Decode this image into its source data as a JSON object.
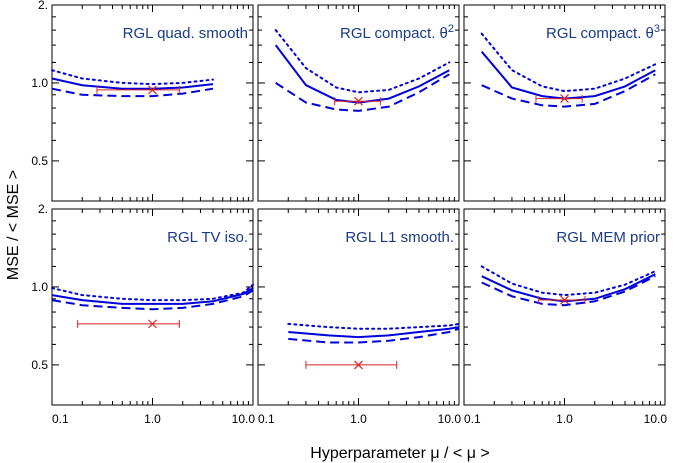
{
  "figure": {
    "ylabel": "MSE / < MSE >",
    "xlabel": "Hyperparameter μ / < μ >",
    "yticks": [
      {
        "v": 0.5,
        "label": "0.5"
      },
      {
        "v": 1.0,
        "label": "1.0"
      },
      {
        "v": 2.0,
        "label": "2."
      }
    ],
    "xticks_bottom": [
      [
        "0.1",
        "1.0",
        "10.0"
      ],
      [
        "0.1",
        "1.0",
        "10.0"
      ],
      [
        "0.1",
        "1.0",
        "10.0"
      ]
    ],
    "xticks": [
      0.1,
      1.0,
      10.0
    ],
    "colors": {
      "curves": "#0000dd",
      "marker": "#dd2222",
      "title": "#1a3a8a"
    }
  },
  "chart_data": [
    {
      "type": "line",
      "title": "RGL quad. smooth",
      "title_sup": "",
      "xscale": "log",
      "yscale": "log",
      "xlim": [
        0.1,
        10
      ],
      "ylim": [
        0.35,
        2.0
      ],
      "series": [
        {
          "style": "dotted",
          "x": [
            0.1,
            0.2,
            0.5,
            1.0,
            2.0,
            4.0
          ],
          "y": [
            1.12,
            1.04,
            1.0,
            0.99,
            1.0,
            1.03
          ]
        },
        {
          "style": "solid",
          "x": [
            0.1,
            0.2,
            0.5,
            1.0,
            2.0,
            4.0
          ],
          "y": [
            1.04,
            0.98,
            0.95,
            0.95,
            0.96,
            0.99
          ]
        },
        {
          "style": "dashed",
          "x": [
            0.1,
            0.2,
            0.5,
            1.0,
            2.0,
            4.0
          ],
          "y": [
            0.95,
            0.9,
            0.89,
            0.89,
            0.91,
            0.95
          ]
        }
      ],
      "marker": {
        "x": 1.0,
        "y": 0.94,
        "xlo": 0.28,
        "xhi": 1.85
      }
    },
    {
      "type": "line",
      "title": "RGL compact. θ",
      "title_sup": "2",
      "xscale": "log",
      "yscale": "log",
      "xlim": [
        0.1,
        10
      ],
      "ylim": [
        0.35,
        2.0
      ],
      "series": [
        {
          "style": "dotted",
          "x": [
            0.15,
            0.3,
            0.6,
            1.0,
            2.0,
            4.0,
            8.0
          ],
          "y": [
            1.6,
            1.14,
            0.96,
            0.92,
            0.94,
            1.04,
            1.2
          ]
        },
        {
          "style": "solid",
          "x": [
            0.15,
            0.3,
            0.6,
            1.0,
            2.0,
            4.0,
            8.0
          ],
          "y": [
            1.4,
            0.98,
            0.86,
            0.84,
            0.87,
            0.97,
            1.12
          ]
        },
        {
          "style": "dashed",
          "x": [
            0.15,
            0.3,
            0.6,
            1.0,
            2.0,
            4.0,
            8.0
          ],
          "y": [
            1.0,
            0.84,
            0.79,
            0.78,
            0.81,
            0.92,
            1.08
          ]
        }
      ],
      "marker": {
        "x": 1.0,
        "y": 0.85,
        "xlo": 0.58,
        "xhi": 1.65
      }
    },
    {
      "type": "line",
      "title": "RGL compact. θ",
      "title_sup": "3",
      "xscale": "log",
      "yscale": "log",
      "xlim": [
        0.1,
        10
      ],
      "ylim": [
        0.35,
        2.0
      ],
      "series": [
        {
          "style": "dotted",
          "x": [
            0.15,
            0.3,
            0.6,
            1.0,
            2.0,
            4.0,
            8.0
          ],
          "y": [
            1.55,
            1.12,
            0.97,
            0.93,
            0.95,
            1.04,
            1.18
          ]
        },
        {
          "style": "solid",
          "x": [
            0.15,
            0.3,
            0.6,
            1.0,
            2.0,
            4.0,
            8.0
          ],
          "y": [
            1.32,
            0.96,
            0.89,
            0.87,
            0.89,
            0.97,
            1.12
          ]
        },
        {
          "style": "dashed",
          "x": [
            0.15,
            0.3,
            0.6,
            1.0,
            2.0,
            4.0,
            8.0
          ],
          "y": [
            0.98,
            0.87,
            0.82,
            0.81,
            0.83,
            0.93,
            1.08
          ]
        }
      ],
      "marker": {
        "x": 1.0,
        "y": 0.87,
        "xlo": 0.52,
        "xhi": 1.5
      }
    },
    {
      "type": "line",
      "title": "RGL TV iso.",
      "title_sup": "",
      "xscale": "log",
      "yscale": "log",
      "xlim": [
        0.1,
        10
      ],
      "ylim": [
        0.35,
        2.0
      ],
      "series": [
        {
          "style": "dotted",
          "x": [
            0.1,
            0.2,
            0.5,
            1.0,
            2.0,
            4.0,
            8.0,
            10.0
          ],
          "y": [
            0.99,
            0.93,
            0.9,
            0.89,
            0.89,
            0.9,
            0.95,
            1.02
          ]
        },
        {
          "style": "solid",
          "x": [
            0.1,
            0.2,
            0.5,
            1.0,
            2.0,
            4.0,
            8.0,
            10.0
          ],
          "y": [
            0.93,
            0.89,
            0.86,
            0.86,
            0.86,
            0.88,
            0.94,
            0.99
          ]
        },
        {
          "style": "dashed",
          "x": [
            0.1,
            0.2,
            0.5,
            1.0,
            2.0,
            4.0,
            8.0,
            10.0
          ],
          "y": [
            0.89,
            0.85,
            0.83,
            0.82,
            0.83,
            0.86,
            0.92,
            0.97
          ]
        }
      ],
      "marker": {
        "x": 1.0,
        "y": 0.72,
        "xlo": 0.18,
        "xhi": 1.85
      }
    },
    {
      "type": "line",
      "title": "RGL L1 smooth.",
      "title_sup": "",
      "xscale": "log",
      "yscale": "log",
      "xlim": [
        0.1,
        10
      ],
      "ylim": [
        0.35,
        2.0
      ],
      "series": [
        {
          "style": "dotted",
          "x": [
            0.2,
            0.5,
            1.0,
            2.0,
            4.0,
            8.0,
            10.0
          ],
          "y": [
            0.72,
            0.7,
            0.69,
            0.69,
            0.7,
            0.71,
            0.72
          ]
        },
        {
          "style": "solid",
          "x": [
            0.2,
            0.5,
            1.0,
            2.0,
            4.0,
            8.0,
            10.0
          ],
          "y": [
            0.67,
            0.65,
            0.64,
            0.65,
            0.67,
            0.69,
            0.7
          ]
        },
        {
          "style": "dashed",
          "x": [
            0.2,
            0.5,
            1.0,
            2.0,
            4.0,
            8.0,
            10.0
          ],
          "y": [
            0.63,
            0.61,
            0.61,
            0.62,
            0.64,
            0.67,
            0.69
          ]
        }
      ],
      "marker": {
        "x": 1.0,
        "y": 0.5,
        "xlo": 0.3,
        "xhi": 2.4
      }
    },
    {
      "type": "line",
      "title": "RGL MEM prior",
      "title_sup": "",
      "xscale": "log",
      "yscale": "log",
      "xlim": [
        0.1,
        10
      ],
      "ylim": [
        0.35,
        2.0
      ],
      "series": [
        {
          "style": "dotted",
          "x": [
            0.15,
            0.3,
            0.6,
            1.0,
            2.0,
            4.0,
            8.0
          ],
          "y": [
            1.2,
            1.03,
            0.95,
            0.93,
            0.95,
            1.02,
            1.15
          ]
        },
        {
          "style": "solid",
          "x": [
            0.15,
            0.3,
            0.6,
            1.0,
            2.0,
            4.0,
            8.0
          ],
          "y": [
            1.1,
            0.97,
            0.9,
            0.88,
            0.9,
            0.98,
            1.12
          ]
        },
        {
          "style": "dashed",
          "x": [
            0.15,
            0.3,
            0.6,
            1.0,
            2.0,
            4.0,
            8.0
          ],
          "y": [
            1.04,
            0.92,
            0.86,
            0.85,
            0.88,
            0.96,
            1.1
          ]
        }
      ],
      "marker": {
        "x": 1.0,
        "y": 0.89,
        "xlo": 0.55,
        "xhi": 1.6
      }
    }
  ]
}
